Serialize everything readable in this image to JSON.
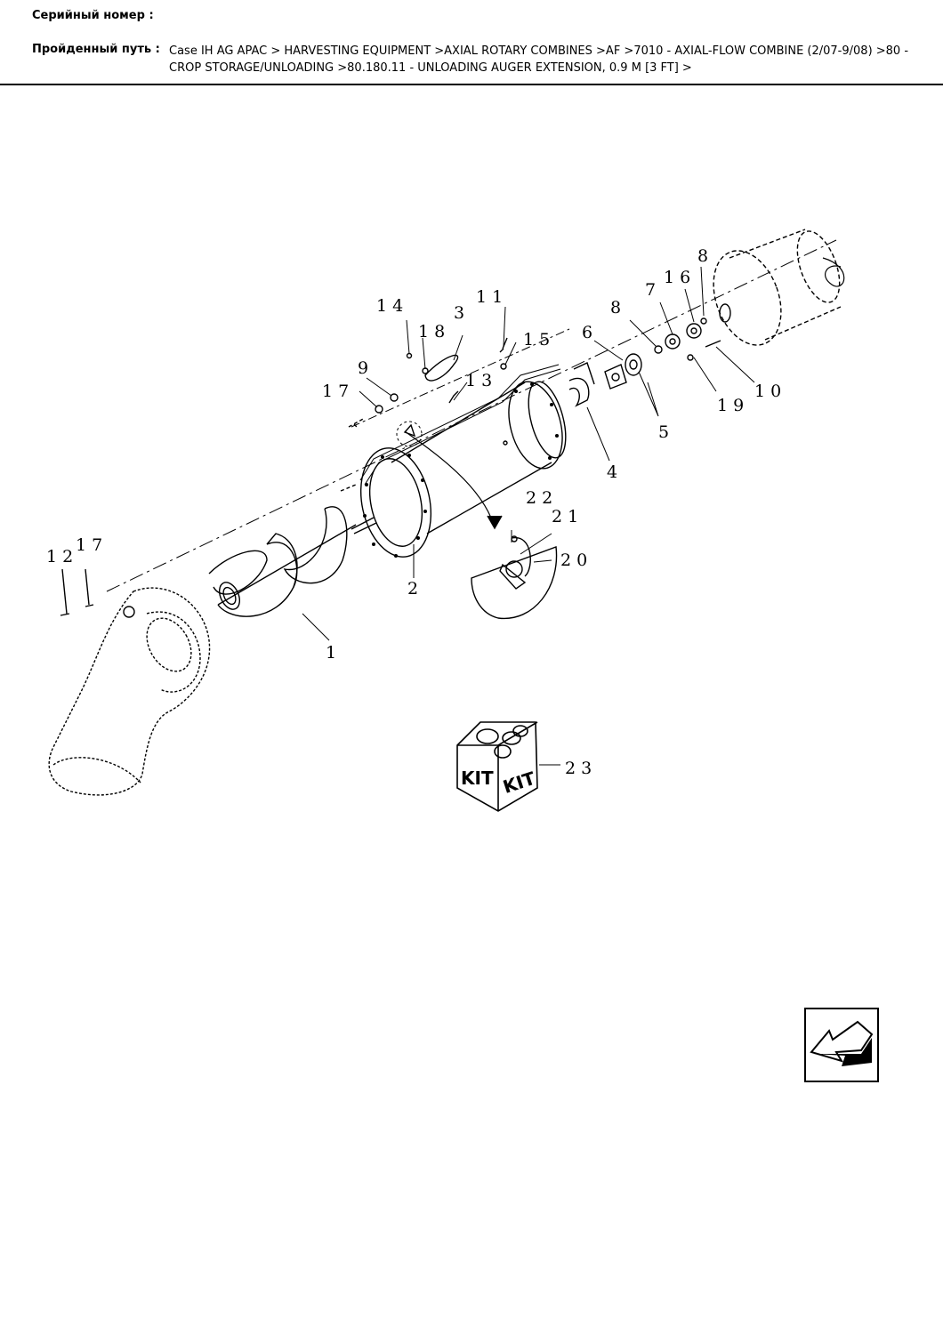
{
  "header": {
    "serial_label": "Серийный номер :",
    "serial_value": "",
    "path_label": "Пройденный путь :",
    "path_value": "Case IH AG APAC > HARVESTING EQUIPMENT >AXIAL ROTARY COMBINES >AF >7010 - AXIAL-FLOW COMBINE (2/07-9/08) >80 - CROP STORAGE/UNLOADING >80.180.11 - UNLOADING AUGER EXTENSION, 0.9 M [3 FT] >"
  },
  "diagram": {
    "callouts": {
      "c1": "1",
      "c2": "2",
      "c3": "3",
      "c4": "4",
      "c5": "5",
      "c6": "6",
      "c7": "7",
      "c8a": "8",
      "c8b": "8",
      "c9": "9",
      "c10": "10",
      "c11": "11",
      "c12": "12",
      "c13": "13",
      "c14": "14",
      "c15": "15",
      "c16": "16",
      "c17a": "17",
      "c17b": "17",
      "c18": "18",
      "c19": "19",
      "c20": "20",
      "c21": "21",
      "c22": "22",
      "c23": "23"
    },
    "kit_label_left": "KIT",
    "kit_label_right": "KIT"
  },
  "nav": {
    "next_icon": "arrow-next-icon"
  }
}
